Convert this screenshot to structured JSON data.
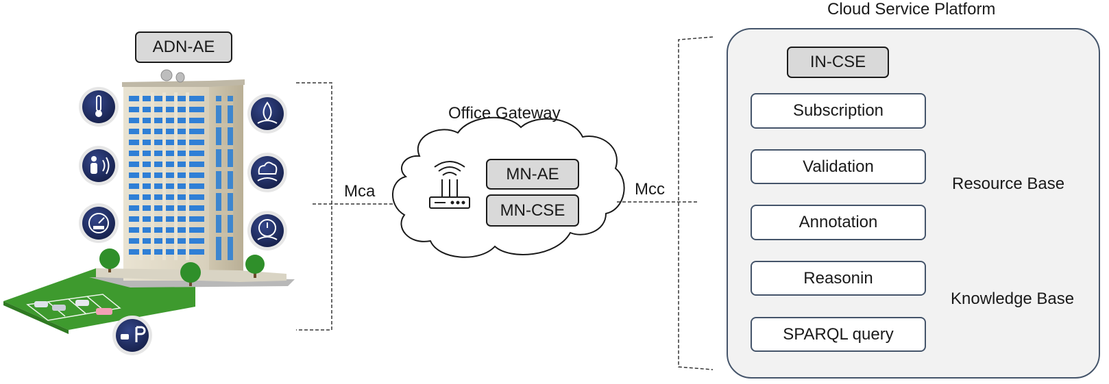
{
  "adn": {
    "label": "ADN-AE"
  },
  "links": {
    "mca": "Mca",
    "mcc": "Mcc"
  },
  "gateway": {
    "title": "Office Gateway",
    "mn_ae": "MN-AE",
    "mn_cse": "MN-CSE"
  },
  "cloud": {
    "title": "Cloud Service Platform",
    "in_cse": "IN-CSE",
    "services": [
      "Subscription",
      "Validation",
      "Annotation",
      "Reasonin",
      "SPARQL query"
    ],
    "resource_base": "Resource Base",
    "knowledge_base": "Knowledge Base"
  },
  "icons": {
    "building": "office-building-icon",
    "sensors_left": [
      "thermometer-icon",
      "occupancy-sensor-icon",
      "meter-gauge-icon"
    ],
    "sensors_right": [
      "humidity-icon",
      "co2-icon",
      "air-quality-icon"
    ],
    "parking": "parking-icon",
    "router": "wifi-router-icon",
    "database": "database-icon",
    "knowledge": "knowledge-graph-icon"
  },
  "colors": {
    "sensor_badge": "#1f2a5c",
    "platform_fill": "#f2f2f2",
    "box_fill": "#d9d9d9",
    "border": "#44546a",
    "grass": "#3e9a2e"
  }
}
